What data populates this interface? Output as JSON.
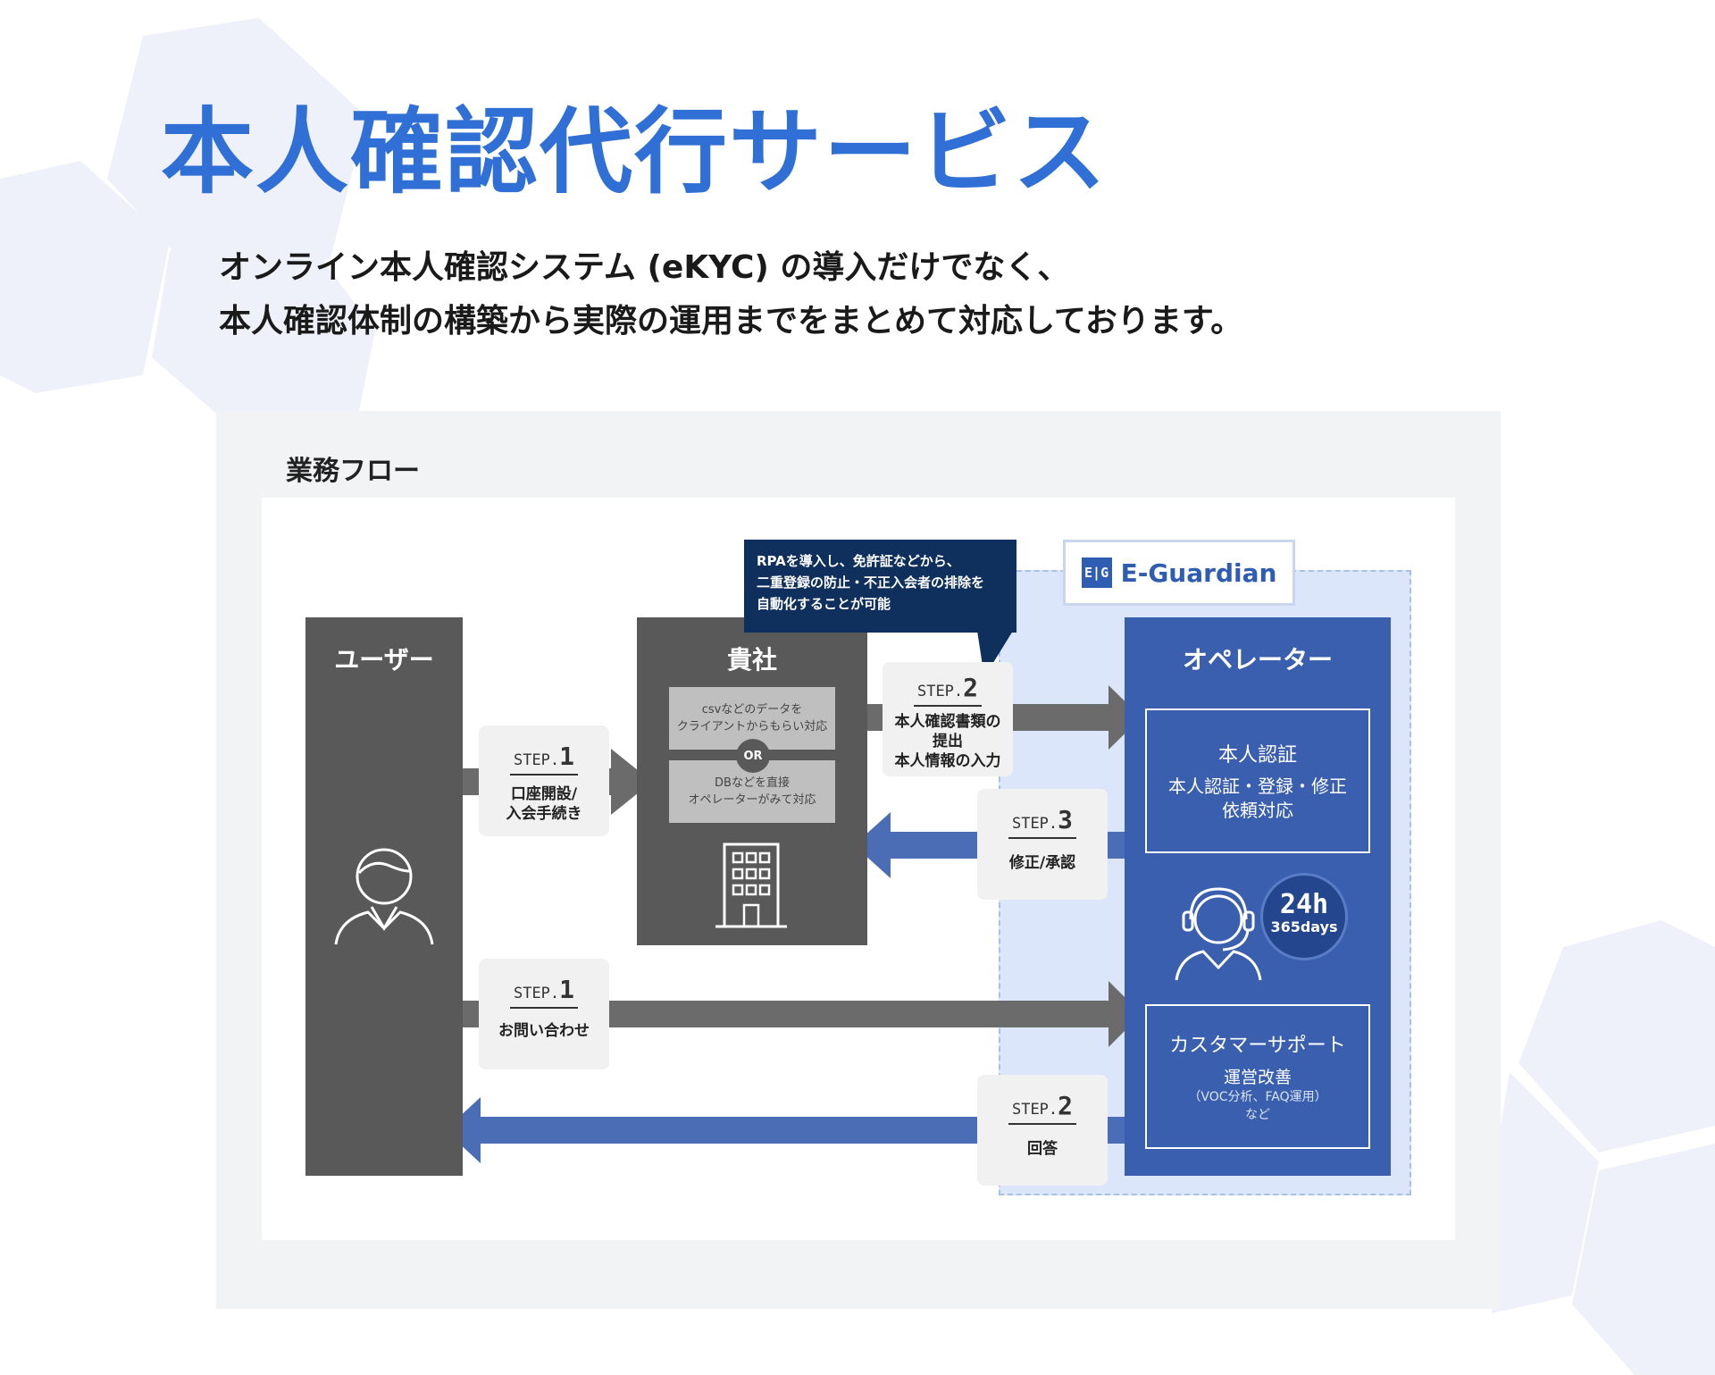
{
  "title": "本人確認代行サービス",
  "subtitle": {
    "line1": "オンライン本人確認システム (eKYC) の導入だけでなく、",
    "line2": "本人確認体制の構築から実際の運用までをまとめて対応しております。"
  },
  "flow": {
    "label": "業務フロー",
    "logo": {
      "mark": "E|G",
      "name": "E-Guardian"
    },
    "callout": [
      "RPAを導入し、免許証などから、",
      "二重登録の防止・不正入会者の排除を",
      "自動化することが可能"
    ],
    "user": {
      "heading": "ユーザー",
      "icon": "user-icon"
    },
    "company": {
      "heading": "貴社",
      "option1": [
        "csvなどのデータを",
        "クライアントからもらい対応"
      ],
      "or_label": "OR",
      "option2": [
        "DBなどを直接",
        "オペレーターがみて対応"
      ],
      "icon": "building-icon"
    },
    "operator": {
      "heading": "オペレーター",
      "box1": {
        "title": "本人認証",
        "lines": [
          "本人認証・登録・修正",
          "依頼対応"
        ]
      },
      "badge": {
        "hours": "24h",
        "days": "365days"
      },
      "box2": {
        "title": "カスタマーサポート",
        "line": "運営改善",
        "detail": "（VOC分析、FAQ運用）",
        "tail": "など"
      },
      "icon": "operator-headset-icon"
    },
    "steps": {
      "s1_account": {
        "label": "STEP.",
        "num": "1",
        "text": [
          "口座開設/",
          "入会手続き"
        ]
      },
      "s2_submit": {
        "label": "STEP.",
        "num": "2",
        "text": [
          "本人確認書類の",
          "提出",
          "本人情報の入力"
        ]
      },
      "s3_fix": {
        "label": "STEP.",
        "num": "3",
        "text": [
          "修正/承認"
        ]
      },
      "s1_inquiry": {
        "label": "STEP.",
        "num": "1",
        "text": [
          "お問い合わせ"
        ]
      },
      "s2_answer": {
        "label": "STEP.",
        "num": "2",
        "text": [
          "回答"
        ]
      }
    }
  },
  "colors": {
    "brand_blue": "#2f6fd6",
    "operator_blue": "#3a5fae",
    "dark_gray": "#595959",
    "arrow_gray": "#6b6b6b",
    "arrow_blue": "#4a6db5",
    "callout_navy": "#0f2f5c"
  }
}
